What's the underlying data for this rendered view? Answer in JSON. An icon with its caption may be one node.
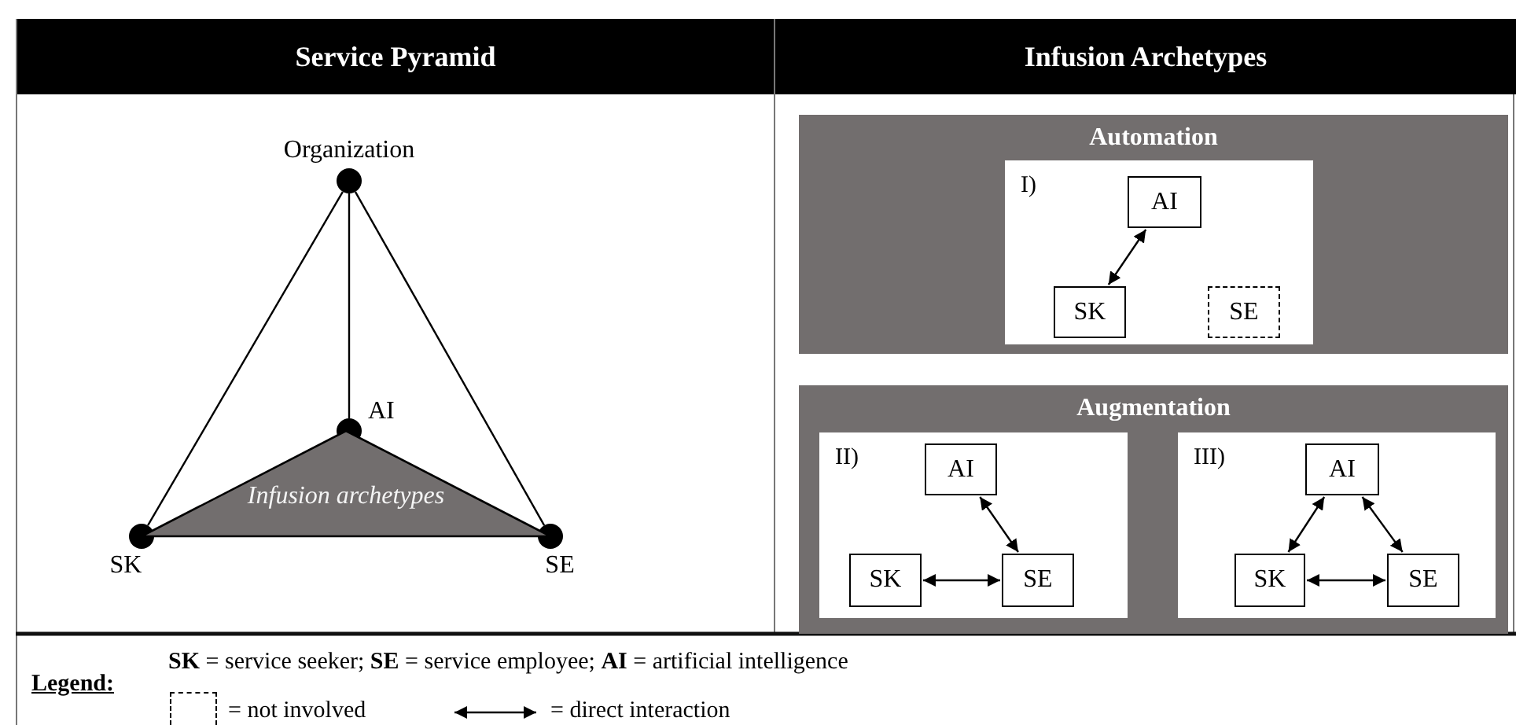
{
  "diagram": {
    "nodes": [
      {
        "text": [],
        "shape": "circle",
        "beside": [
          "Organization"
        ]
      },
      {
        "text": [],
        "shape": "circle",
        "beside": [
          "AI"
        ]
      },
      {
        "text": [],
        "shape": "circle",
        "beside": [
          "SK"
        ]
      },
      {
        "text": [],
        "shape": "circle",
        "beside": [
          "SE"
        ]
      },
      {
        "text": [
          "Infusion archetypes"
        ]
      },
      {
        "text": [
          "Automation"
        ]
      },
      {
        "text": [
          "I)"
        ],
        "in": 5
      },
      {
        "text": [
          "AI"
        ],
        "in": 6
      },
      {
        "text": [
          "SK"
        ],
        "in": 6
      },
      {
        "text": [
          "SE"
        ],
        "in": 6
      },
      {
        "text": [
          "Augmentation"
        ]
      },
      {
        "text": [
          "II)"
        ],
        "in": 10
      },
      {
        "text": [
          "AI"
        ],
        "in": 11
      },
      {
        "text": [
          "SK"
        ],
        "in": 11
      },
      {
        "text": [
          "SE"
        ],
        "in": 11
      },
      {
        "text": [
          "III)"
        ],
        "in": 10
      },
      {
        "text": [
          "AI"
        ],
        "in": 15
      },
      {
        "text": [
          "SK"
        ],
        "in": 15
      },
      {
        "text": [
          "SE"
        ],
        "in": 15
      }
    ],
    "edges": [
      {
        "from": 0,
        "to": 1,
        "arrow": "none"
      },
      {
        "from": 0,
        "to": 2,
        "arrow": "none"
      },
      {
        "from": 0,
        "to": 3,
        "arrow": "none"
      },
      {
        "from": 8,
        "to": 7,
        "arrow": "both"
      },
      {
        "from": 12,
        "to": 14,
        "arrow": "both"
      },
      {
        "from": 13,
        "to": 14,
        "arrow": "both"
      },
      {
        "from": 16,
        "to": 17,
        "arrow": "both"
      },
      {
        "from": 16,
        "to": 18,
        "arrow": "both"
      },
      {
        "from": 17,
        "to": 18,
        "arrow": "both"
      }
    ],
    "labels": [
      "Service Pyramid",
      "Infusion Archetypes",
      "Legend:",
      "**SK** = service seeker; **SE** = service employee; **AI** = artificial intelligence"
    ],
    "legend": [
      {
        "text": "= not involved"
      },
      {
        "text": "= direct interaction"
      }
    ]
  }
}
